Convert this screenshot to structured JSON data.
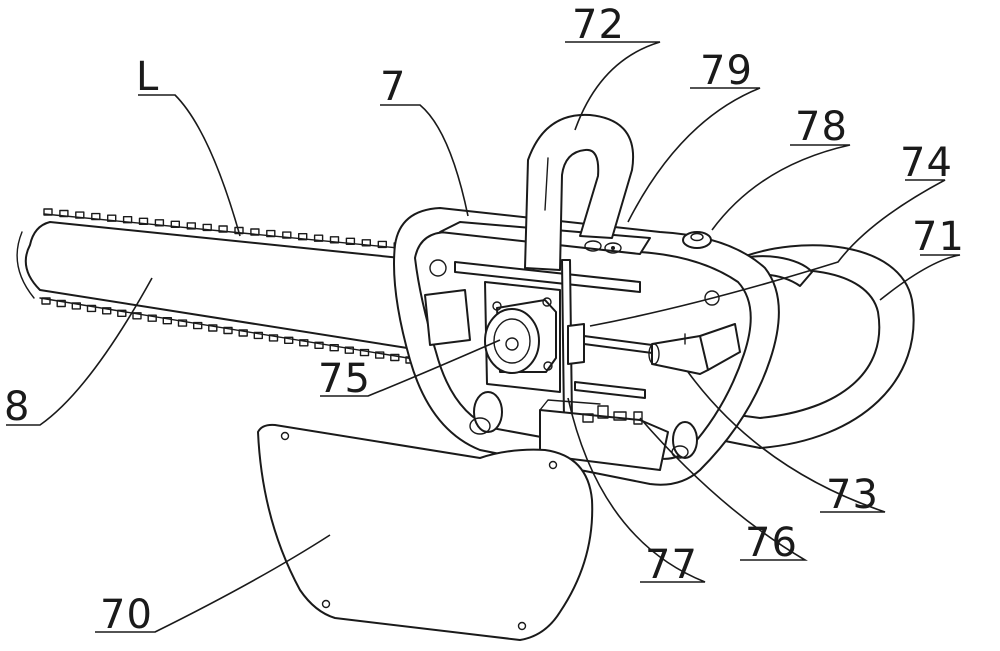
{
  "labels": {
    "L": "L",
    "seven": "7",
    "seventy_two": "72",
    "seventy_nine": "79",
    "seventy_eight": "78",
    "seventy_four": "74",
    "seventy_one": "71",
    "seventy_five": "75",
    "eight": "8",
    "seventy_three": "73",
    "seventy_six": "76",
    "seventy_seven": "77",
    "seventy": "70"
  }
}
